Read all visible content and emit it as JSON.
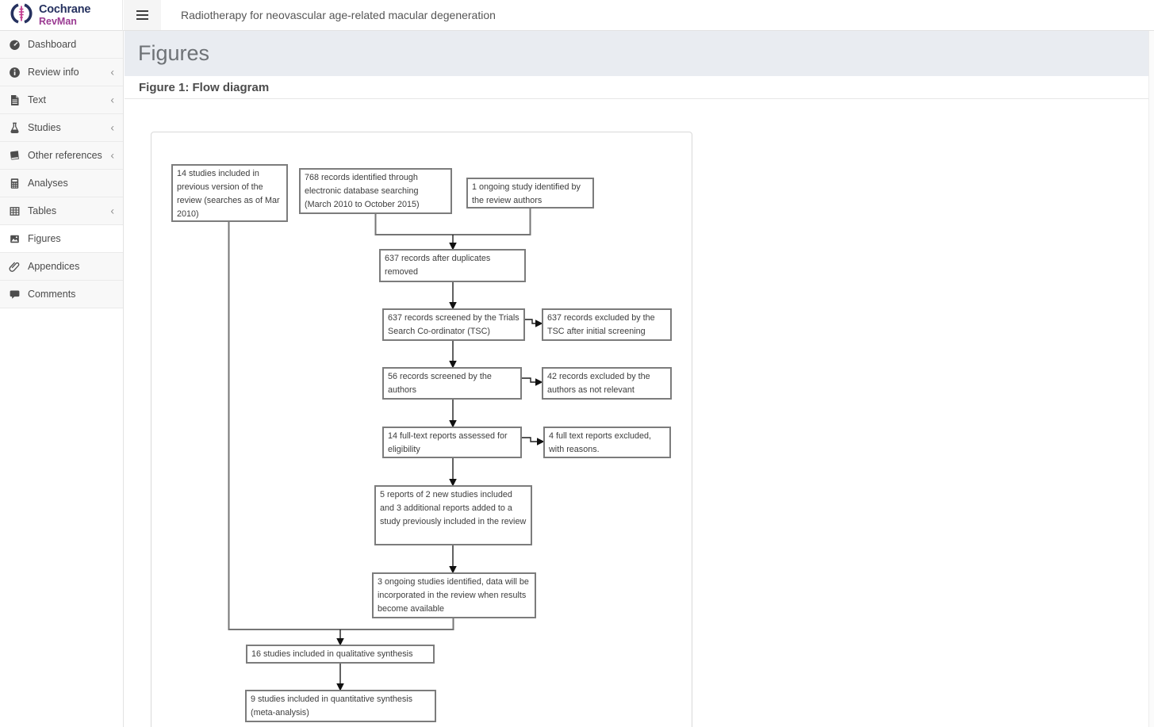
{
  "header": {
    "brand_line1": "Cochrane",
    "brand_line2": "RevMan",
    "title": "Radiotherapy for neovascular age-related macular degeneration"
  },
  "sidebar": {
    "chevron_glyph": "‹",
    "items": [
      {
        "label": "Dashboard",
        "icon": "dashboard-icon",
        "expandable": false,
        "active": false
      },
      {
        "label": "Review info",
        "icon": "info-icon",
        "expandable": true,
        "active": false
      },
      {
        "label": "Text",
        "icon": "document-icon",
        "expandable": true,
        "active": false
      },
      {
        "label": "Studies",
        "icon": "flask-icon",
        "expandable": true,
        "active": false
      },
      {
        "label": "Other references",
        "icon": "book-icon",
        "expandable": true,
        "active": false
      },
      {
        "label": "Analyses",
        "icon": "calculator-icon",
        "expandable": false,
        "active": false
      },
      {
        "label": "Tables",
        "icon": "table-icon",
        "expandable": true,
        "active": false
      },
      {
        "label": "Figures",
        "icon": "image-icon",
        "expandable": false,
        "active": true
      },
      {
        "label": "Appendices",
        "icon": "paperclip-icon",
        "expandable": false,
        "active": false
      },
      {
        "label": "Comments",
        "icon": "comment-icon",
        "expandable": false,
        "active": false
      }
    ]
  },
  "main": {
    "page_title": "Figures",
    "panel_title": "Figure 1: Flow diagram"
  },
  "flow_diagram": {
    "boxes": [
      {
        "id": "previous-studies",
        "text": "14 studies included in previous version of the review (searches as of Mar 2010)"
      },
      {
        "id": "records-identified",
        "text": "768 records identified through electronic database searching (March 2010 to October 2015)"
      },
      {
        "id": "ongoing-study",
        "text": "1 ongoing study identified by the review authors"
      },
      {
        "id": "duplicates-removed",
        "text": "637 records after duplicates removed"
      },
      {
        "id": "screened-tsc",
        "text": "637 records screened by the Trials Search Co-ordinator (TSC)"
      },
      {
        "id": "excluded-tsc",
        "text": "637 records excluded by the TSC after initial screening"
      },
      {
        "id": "screened-authors",
        "text": "56 records screened by the authors"
      },
      {
        "id": "excluded-authors",
        "text": "42 records excluded by the authors as not relevant"
      },
      {
        "id": "fulltext-assessed",
        "text": "14 full-text reports assessed for eligibility"
      },
      {
        "id": "fulltext-excluded",
        "text": "4 full text reports excluded, with reasons."
      },
      {
        "id": "new-studies-included",
        "text": "5 reports of 2 new studies included and 3 additional reports added to a study previously included in the review"
      },
      {
        "id": "ongoing-studies",
        "text": "3 ongoing studies identified, data will be incorporated in the review when results become available"
      },
      {
        "id": "qualitative",
        "text": "16 studies included in qualitative synthesis"
      },
      {
        "id": "quantitative",
        "text": "9 studies included in quantitative synthesis (meta-analysis)"
      }
    ]
  },
  "colors": {
    "brand_navy": "#25315f",
    "brand_purple": "#9a3a92",
    "band_background": "#e9ecf1",
    "sidebar_background": "#f8f8f8",
    "box_border": "#7c7c7c",
    "text_gray": "#4a4a4a"
  }
}
